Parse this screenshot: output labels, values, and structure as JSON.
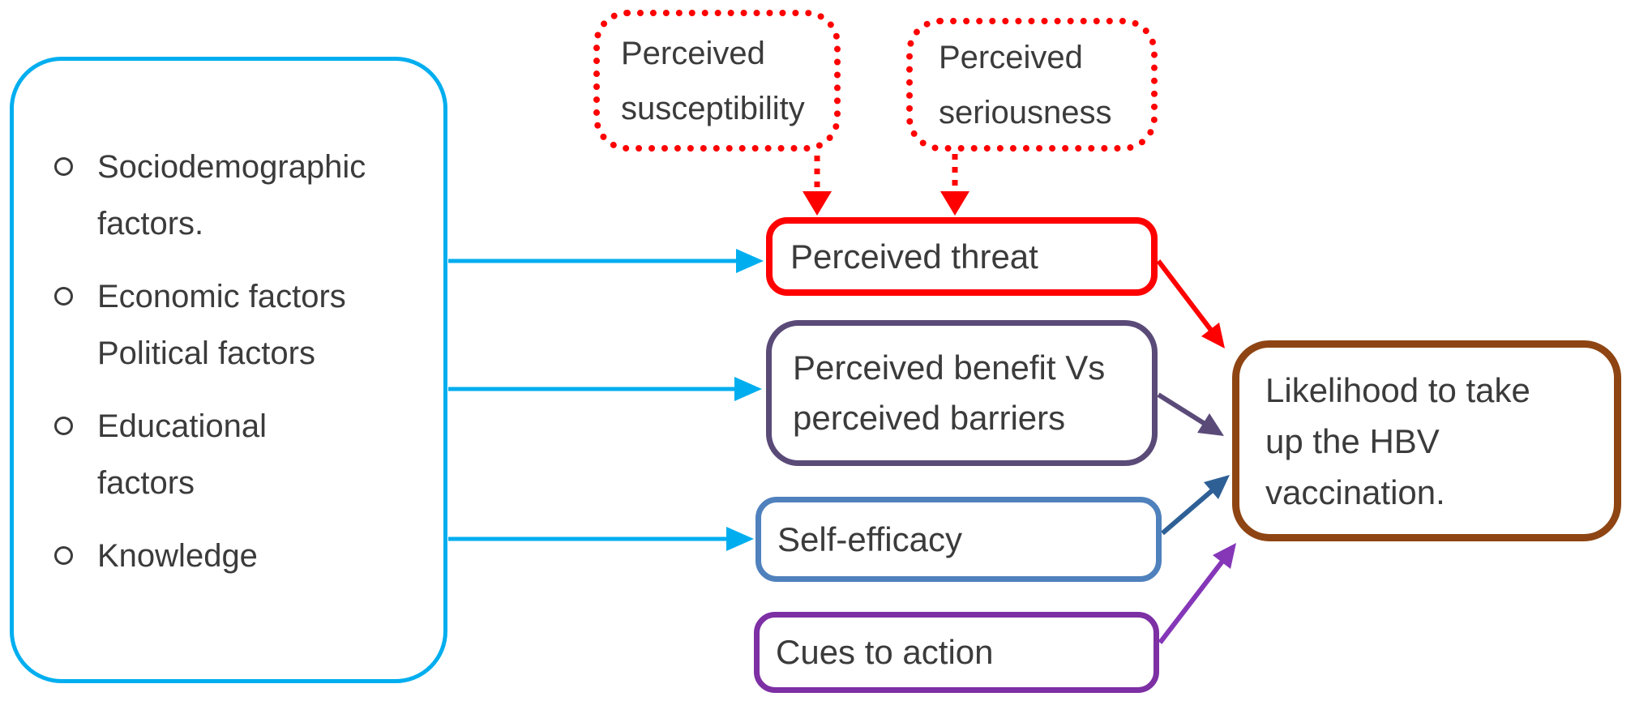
{
  "colors": {
    "cyan": "#00aeef",
    "red": "#fe0000",
    "darkpurple": "#5a4a78",
    "steelblue": "#4f81bd",
    "purple": "#7d2fa4",
    "violet": "#8537b8",
    "darkblue": "#2e6096",
    "brown": "#8e4513",
    "text": "#3b3b3b"
  },
  "left_panel": {
    "items": [
      {
        "line1": "Sociodemographic",
        "line2": "factors."
      },
      {
        "line1": "Economic factors",
        "line2": "Political factors"
      },
      {
        "line1": "Educational",
        "line2": "factors"
      },
      {
        "line1": "Knowledge"
      }
    ]
  },
  "boxes": {
    "susceptibility": {
      "line1": "Perceived",
      "line2": "susceptibility"
    },
    "seriousness": {
      "line1": "Perceived",
      "line2": "seriousness"
    },
    "threat": {
      "label": "Perceived threat"
    },
    "benefit": {
      "line1": "Perceived benefit Vs",
      "line2": "perceived barriers"
    },
    "self_efficacy": {
      "label": "Self-efficacy"
    },
    "cues": {
      "label": "Cues to action"
    },
    "likelihood": {
      "line1": "Likelihood to take",
      "line2": "up the HBV",
      "line3": "vaccination."
    }
  }
}
